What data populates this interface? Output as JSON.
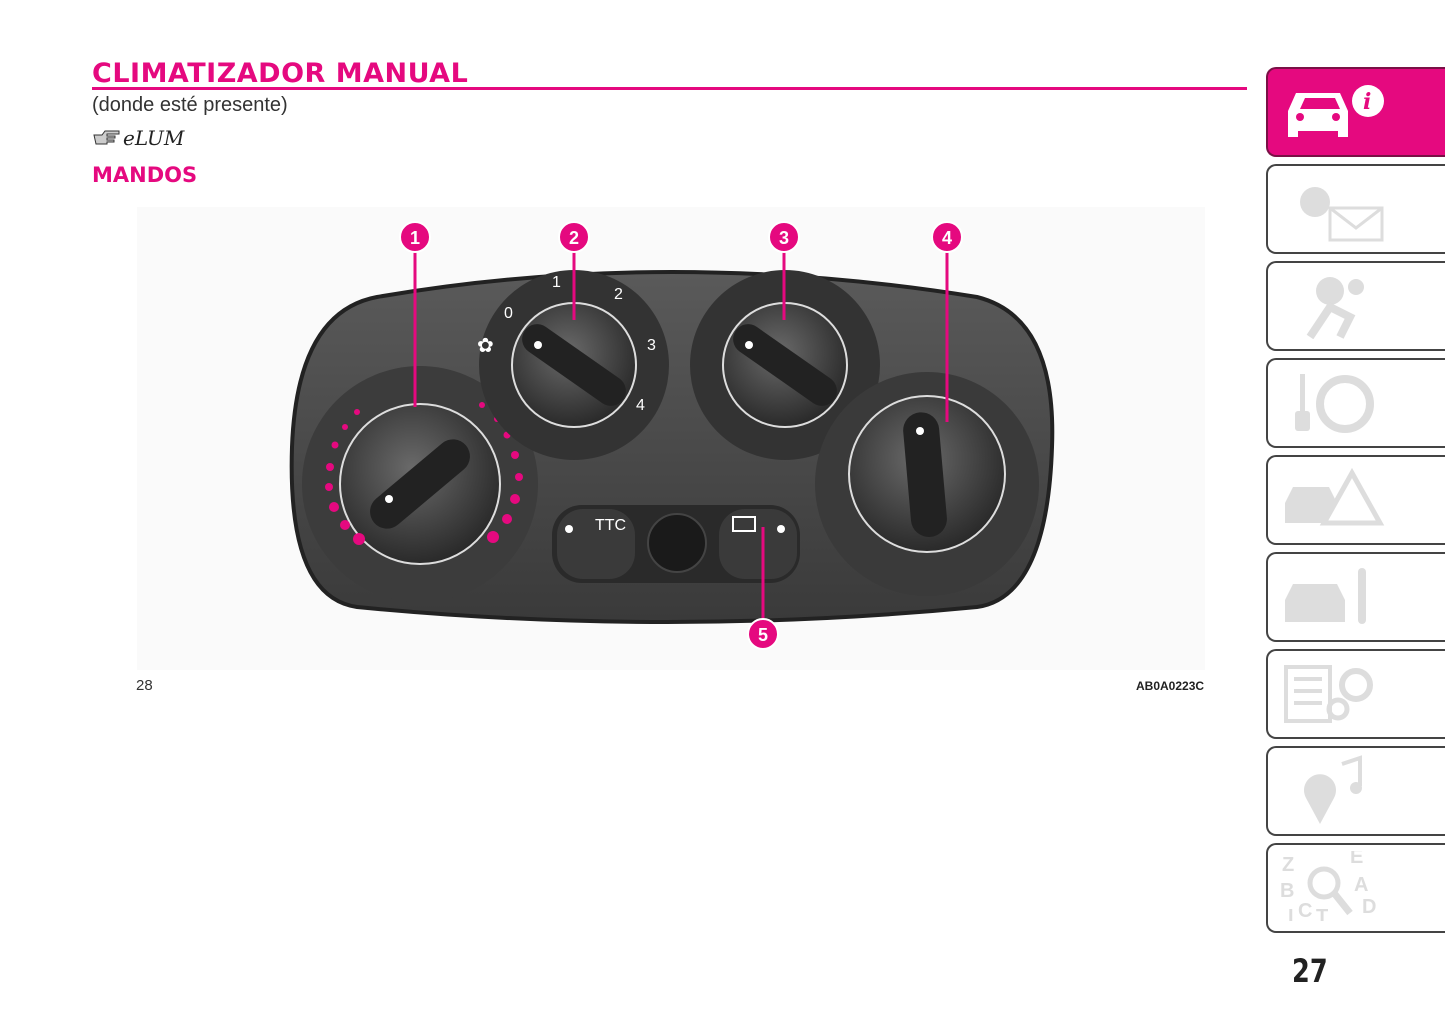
{
  "header": {
    "title": "CLIMATIZADOR MANUAL",
    "subtitle": "(donde esté presente)",
    "elum_label": "eLUM",
    "section": "MANDOS"
  },
  "figure": {
    "callouts": [
      "1",
      "2",
      "3",
      "4",
      "5"
    ],
    "fan_speed_labels": [
      "0",
      "1",
      "2",
      "3",
      "4"
    ],
    "button_ttc": "TTC",
    "figure_number": "28",
    "figure_code": "AB0A0223C"
  },
  "sidebar": {
    "tabs": [
      {
        "icon": "car-info-icon",
        "active": true
      },
      {
        "icon": "warning-light-message-icon",
        "active": false
      },
      {
        "icon": "airbag-safety-icon",
        "active": false
      },
      {
        "icon": "key-steering-wheel-icon",
        "active": false
      },
      {
        "icon": "car-emergency-triangle-icon",
        "active": false
      },
      {
        "icon": "car-maintenance-wrench-icon",
        "active": false
      },
      {
        "icon": "specs-gears-icon",
        "active": false
      },
      {
        "icon": "multimedia-icon",
        "active": false
      },
      {
        "icon": "index-search-icon",
        "active": false
      }
    ]
  },
  "colors": {
    "accent": "#e5097f",
    "panel": "#4a4a4a"
  },
  "page_number": "27"
}
